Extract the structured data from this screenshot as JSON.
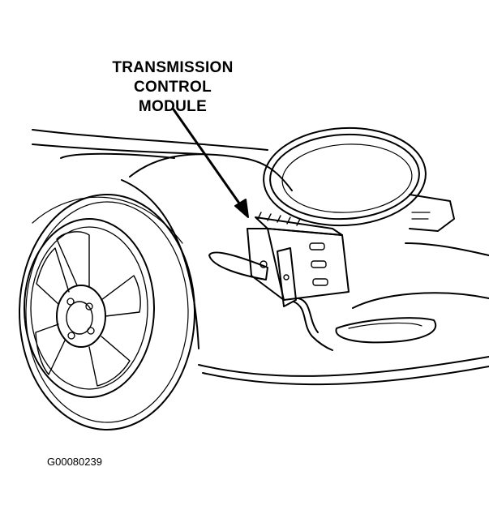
{
  "callout": {
    "line1": "TRANSMISSION",
    "line2": "CONTROL",
    "line3": "MODULE"
  },
  "figure_id": "G00080239",
  "colors": {
    "ink": "#000000",
    "paper": "#ffffff"
  }
}
